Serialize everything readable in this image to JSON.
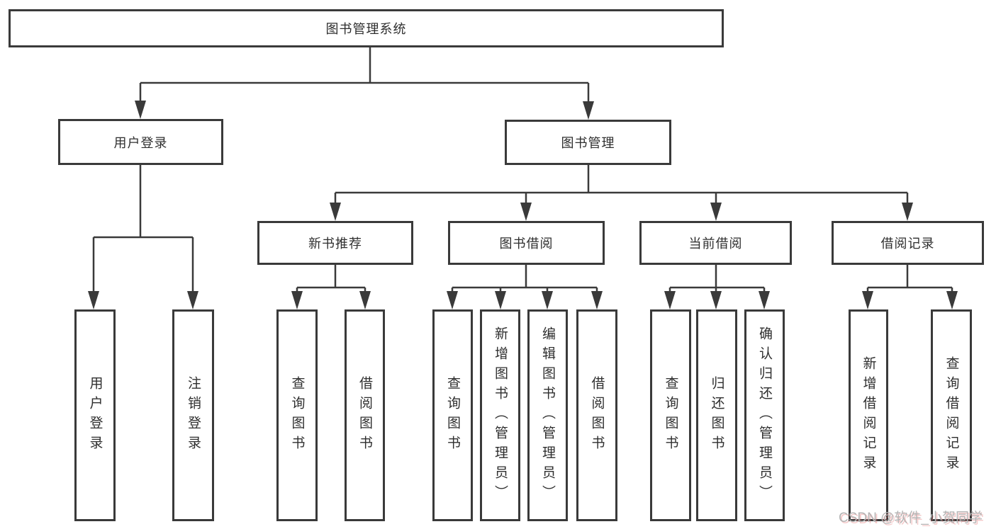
{
  "diagram": {
    "title": "图书管理系统",
    "tree": {
      "label": "图书管理系统",
      "children": [
        {
          "label": "用户登录",
          "children": [
            {
              "label": "用户登录"
            },
            {
              "label": "注销登录"
            }
          ]
        },
        {
          "label": "图书管理",
          "children": [
            {
              "label": "新书推荐",
              "children": [
                {
                  "label": "查询图书"
                },
                {
                  "label": "借阅图书"
                }
              ]
            },
            {
              "label": "图书借阅",
              "children": [
                {
                  "label": "查询图书"
                },
                {
                  "label": "新增图书（管理员）"
                },
                {
                  "label": "编辑图书（管理员）"
                },
                {
                  "label": "借阅图书"
                }
              ]
            },
            {
              "label": "当前借阅",
              "children": [
                {
                  "label": "查询图书"
                },
                {
                  "label": "归还图书"
                },
                {
                  "label": "确认归还（管理员）"
                }
              ]
            },
            {
              "label": "借阅记录",
              "children": [
                {
                  "label": "新增借阅记录"
                },
                {
                  "label": "查询借阅记录"
                }
              ]
            }
          ]
        }
      ]
    },
    "watermark": {
      "text": "CSDN @软件_小贺同学"
    },
    "colors": {
      "line": "#3a3a3a",
      "text": "#2e2e2e",
      "background": "#ffffff",
      "watermark": "#b4b4b4"
    }
  }
}
